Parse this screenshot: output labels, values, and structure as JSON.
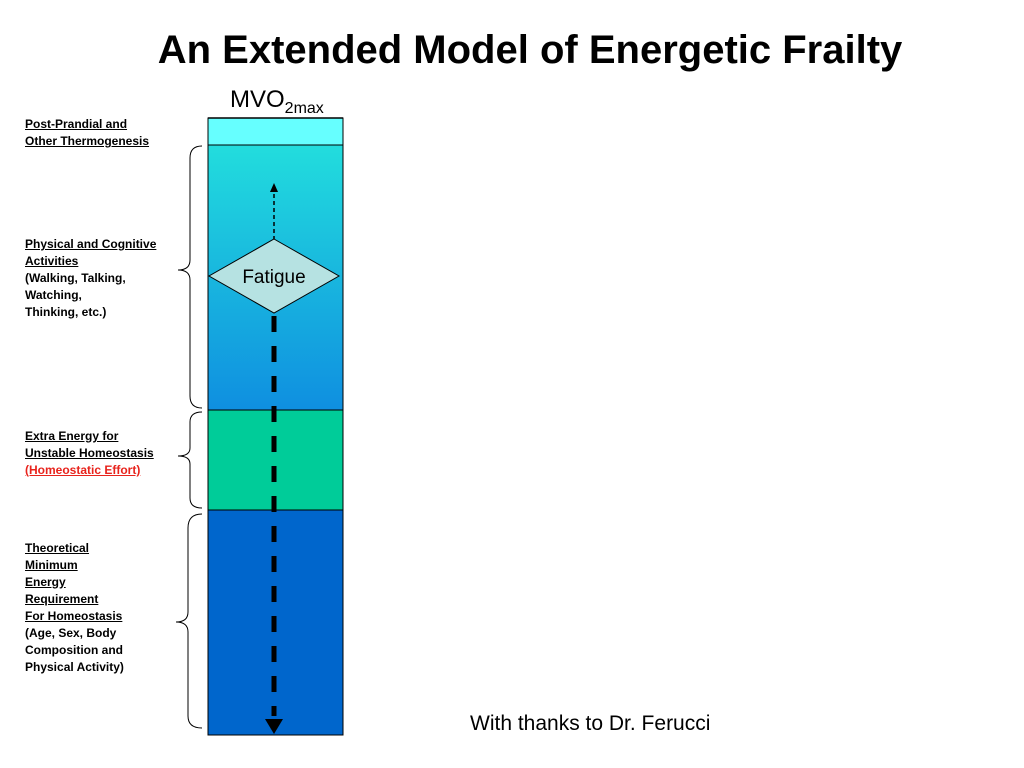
{
  "title": "An Extended Model of Energetic Frailty",
  "mvo_label": {
    "main": "MVO",
    "sub": "2max"
  },
  "fatigue_label": "Fatigue",
  "labels": {
    "post_prandial": {
      "lines": [
        "Post-Prandial and",
        "Other Thermogenesis"
      ]
    },
    "physical": {
      "underlined": [
        "Physical and Cognitive",
        "Activities"
      ],
      "plain": [
        "(Walking, Talking,",
        "Watching,",
        "Thinking, etc.)"
      ]
    },
    "extra": {
      "underlined": [
        "Extra Energy for",
        "Unstable Homeostasis"
      ],
      "red": "(Homeostatic Effort)"
    },
    "theoretical": {
      "underlined": [
        "Theoretical",
        "Minimum",
        "Energy",
        "Requirement",
        "For Homeostasis"
      ],
      "plain": [
        "(Age, Sex, Body",
        "Composition and",
        "Physical Activity)"
      ]
    }
  },
  "thanks": "With thanks to Dr. Ferucci",
  "colors": {
    "cyan_top": "#66ffff",
    "gradient_top": "#22dddd",
    "gradient_bottom": "#0f8fe0",
    "green_band": "#00cc99",
    "blue_band": "#0066cc",
    "fatigue_fill": "#b6e2e2",
    "red_text": "#e8231c"
  }
}
